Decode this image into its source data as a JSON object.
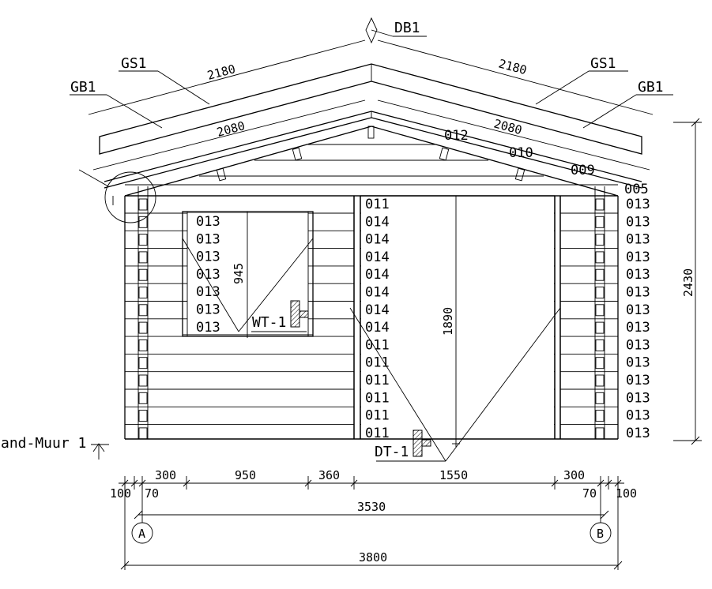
{
  "labels": {
    "ridge_cap": "DB1",
    "roof_board_left": "GS1",
    "roof_board_right": "GS1",
    "fascia_left": "GB1",
    "fascia_right": "GB1",
    "window": "WT-1",
    "door": "DT-1",
    "level": "and-Muur 1",
    "grid_a": "A",
    "grid_b": "B"
  },
  "dimensions": {
    "top_left": "2180",
    "top_right": "2180",
    "mid_left": "2080",
    "mid_right": "2080",
    "window_height": "945",
    "door_height": "1890",
    "total_height": "2430",
    "seg_300_left": "300",
    "seg_950": "950",
    "seg_360": "360",
    "seg_1550": "1550",
    "seg_300_right": "300",
    "edge_100_left": "100",
    "edge_70_left": "70",
    "edge_70_right": "70",
    "edge_100_right": "100",
    "axis_span": "3530",
    "overall_width": "3800"
  },
  "codes": {
    "gable": [
      "012",
      "010",
      "009",
      "005"
    ],
    "window_column": [
      "013",
      "013",
      "013",
      "013",
      "013",
      "013",
      "013"
    ],
    "door_column": [
      "011",
      "014",
      "014",
      "014",
      "014",
      "014",
      "014",
      "014",
      "011",
      "011",
      "011",
      "011",
      "011",
      "011"
    ],
    "right_column": [
      "013",
      "013",
      "013",
      "013",
      "013",
      "013",
      "013",
      "013",
      "013",
      "013",
      "013",
      "013",
      "013",
      "013"
    ]
  }
}
